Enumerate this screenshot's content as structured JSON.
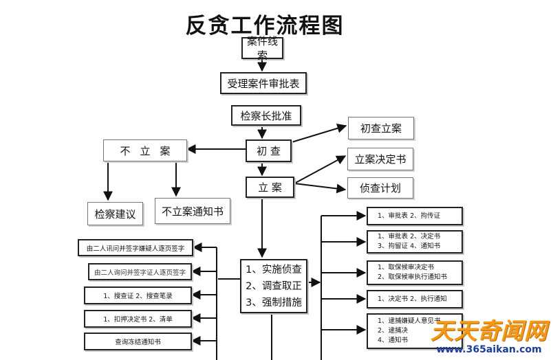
{
  "title": "反贪工作流程图",
  "nodes": {
    "clue": "案件线索",
    "approval_form": "受理案件审批表",
    "chief_approve": "检察长批准",
    "preliminary": "初 查",
    "prelim_report": "初查立案",
    "no_file": "不立案",
    "file_case": "立 案",
    "file_decision": "立案决定书",
    "investigation_plan": "侦查计划",
    "inspection_suggest": "检察建议",
    "no_file_notice": "不立案通知书",
    "measures": [
      "1、实施侦查",
      "2、调查取正",
      "3、强制措施"
    ]
  },
  "right_docs": [
    [
      "1、审批表 2、拘传证"
    ],
    [
      "1、审批表 2、决定书",
      "3、拘留证 4、通知书"
    ],
    [
      "1、取保候审决定书",
      "2、取保候审执行通知书"
    ],
    [
      "1、决定书 2、执行通知"
    ],
    [
      "1、逮捕嫌疑人意见书",
      "2、逮捕决",
      "4、通知书"
    ]
  ],
  "left_docs": [
    "由二人讯问并签字嫌疑人逐页签字",
    "由二人询问并签字证人逐页签字",
    "1、搜查证 2、搜查笔录",
    "1、扣押决定书 2、清单",
    "查询冻结通知书"
  ],
  "watermark": {
    "brand": "天天奇闻网",
    "url": "www.365aikan.com"
  }
}
